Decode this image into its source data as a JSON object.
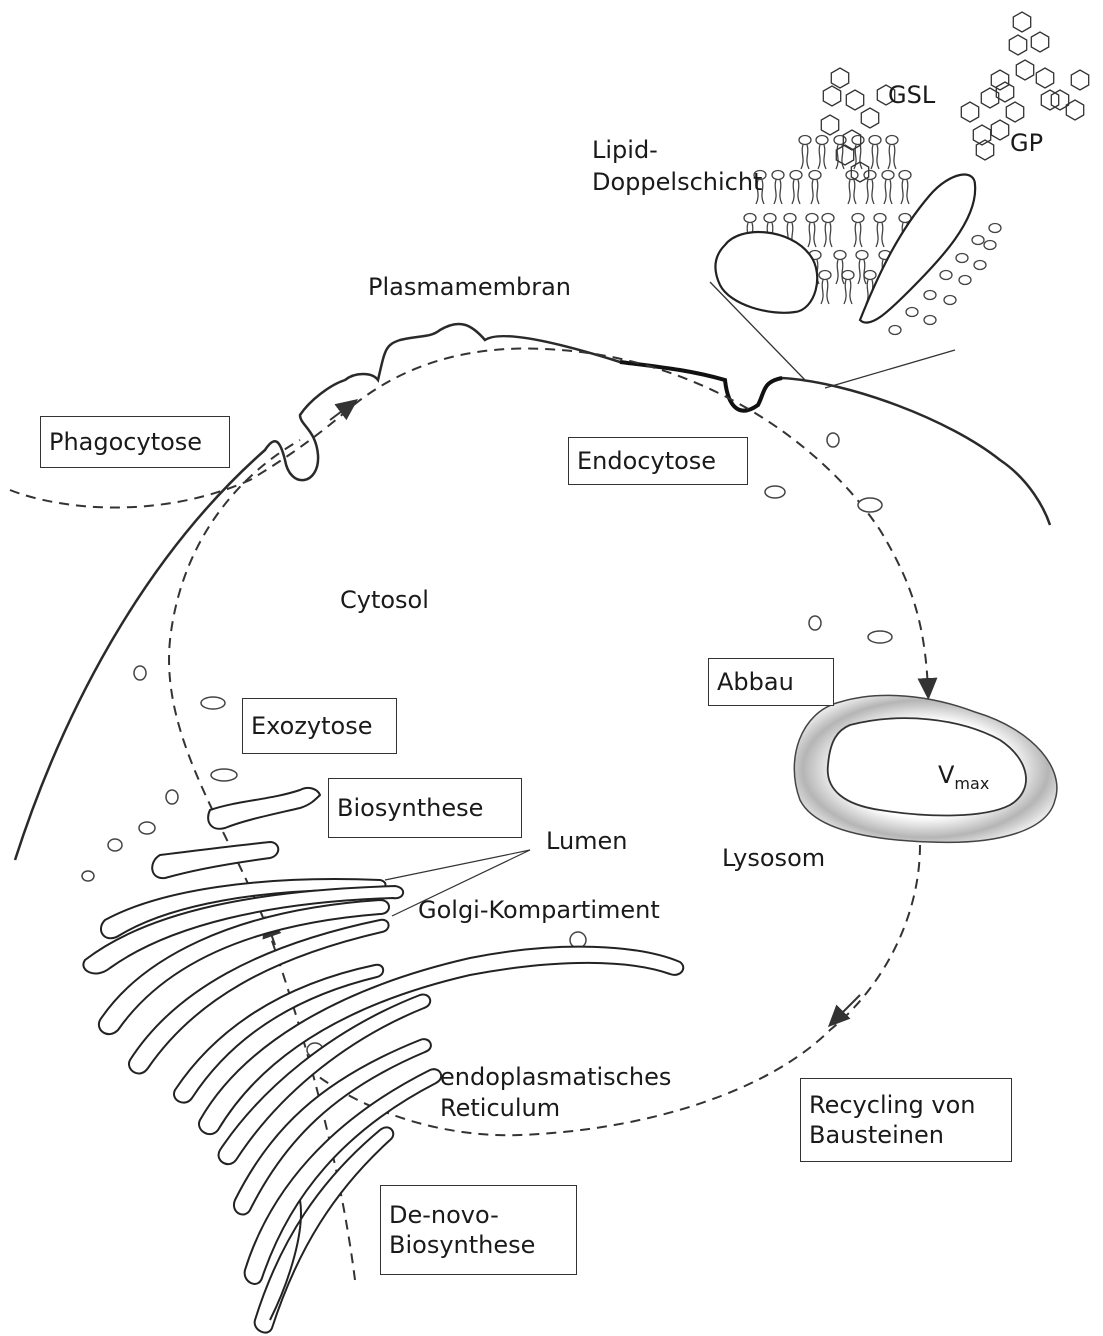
{
  "labels": {
    "gsl": "GSL",
    "gp": "GP",
    "lipid_line1": "Lipid-",
    "lipid_line2": "Doppelschicht",
    "plasmamembran": "Plasmamembran",
    "cytosol": "Cytosol",
    "lumen": "Lumen",
    "golgi": "Golgi-Kompartiment",
    "lysosom": "Lysosom",
    "er_line1": "endoplasmatisches",
    "er_line2": "Reticulum",
    "vmax_main": "V",
    "vmax_sub": "max"
  },
  "boxes": {
    "phagocytose": "Phagocytose",
    "endocytose": "Endocytose",
    "abbau": "Abbau",
    "exozytose": "Exozytose",
    "biosynthese": "Biosynthese",
    "recycling_line1": "Recycling von",
    "recycling_line2": "Bausteinen",
    "denovo_line1": "De-novo-",
    "denovo_line2": "Biosynthese"
  }
}
